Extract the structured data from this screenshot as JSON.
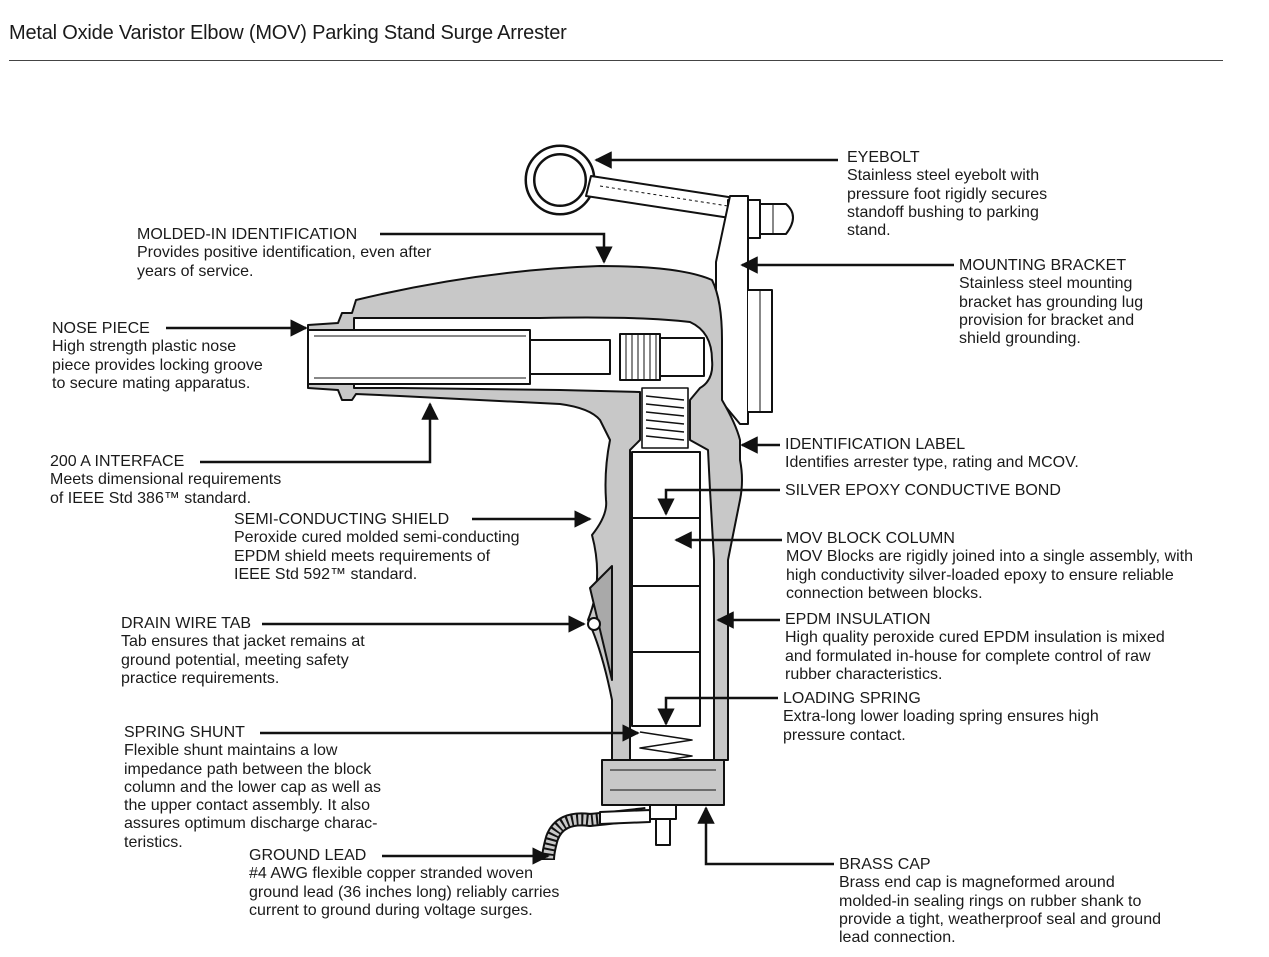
{
  "title": "Metal Oxide Varistor Elbow (MOV) Parking Stand Surge Arrester",
  "colors": {
    "rubber": "#c8c8c8",
    "rubber_dark": "#a9a9a9",
    "metal": "#ffffff",
    "line": "#111111"
  },
  "callouts": [
    {
      "id": "eyebolt",
      "heading": "EYEBOLT",
      "body": [
        "Stainless steel eyebolt with",
        "pressure foot rigidly secures",
        "standoff bushing to parking",
        "stand."
      ]
    },
    {
      "id": "molded-in-identification",
      "heading": "MOLDED-IN IDENTIFICATION",
      "body": [
        "Provides positive identification, even after",
        "years of service."
      ]
    },
    {
      "id": "mounting-bracket",
      "heading": "MOUNTING BRACKET",
      "body": [
        "Stainless steel mounting",
        "bracket has grounding lug",
        "provision for bracket and",
        "shield grounding."
      ]
    },
    {
      "id": "nose-piece",
      "heading": "NOSE PIECE",
      "body": [
        "High strength plastic nose",
        "piece provides locking groove",
        "to secure mating apparatus."
      ]
    },
    {
      "id": "identification-label",
      "heading": "IDENTIFICATION LABEL",
      "body": [
        "Identifies arrester type, rating and MCOV."
      ]
    },
    {
      "id": "200a-interface",
      "heading": "200 A INTERFACE",
      "body": [
        "Meets dimensional requirements",
        "of IEEE Std 386™ standard."
      ]
    },
    {
      "id": "silver-epoxy",
      "heading": "SILVER EPOXY CONDUCTIVE BOND",
      "body": []
    },
    {
      "id": "semi-conducting-shield",
      "heading": "SEMI-CONDUCTING SHIELD",
      "body": [
        "Peroxide cured molded semi-conducting",
        "EPDM shield meets requirements of",
        "IEEE Std 592™ standard."
      ]
    },
    {
      "id": "mov-block-column",
      "heading": "MOV BLOCK COLUMN",
      "body": [
        "MOV Blocks are rigidly joined into a single assembly, with",
        "high conductivity silver-loaded epoxy to ensure reliable",
        "connection between blocks."
      ]
    },
    {
      "id": "drain-wire-tab",
      "heading": "DRAIN WIRE TAB",
      "body": [
        "Tab ensures that jacket remains at",
        "ground potential, meeting safety",
        "practice requirements."
      ]
    },
    {
      "id": "epdm-insulation",
      "heading": "EPDM INSULATION",
      "body": [
        "High quality peroxide cured EPDM insulation is mixed",
        "and formulated in-house for complete control of raw",
        "rubber characteristics."
      ]
    },
    {
      "id": "loading-spring",
      "heading": "LOADING SPRING",
      "body": [
        "Extra-long lower loading spring ensures high",
        "pressure contact."
      ]
    },
    {
      "id": "spring-shunt",
      "heading": "SPRING SHUNT",
      "body": [
        "Flexible shunt maintains a low",
        "impedance path between the block",
        "column and the lower cap as well as",
        "the upper contact assembly. It also",
        "assures optimum discharge charac-",
        "teristics."
      ]
    },
    {
      "id": "ground-lead",
      "heading": "GROUND LEAD",
      "body": [
        "#4 AWG flexible copper stranded woven",
        "ground lead (36 inches long) reliably carries",
        "current to ground during voltage surges."
      ]
    },
    {
      "id": "brass-cap",
      "heading": "BRASS CAP",
      "body": [
        "Brass end cap is magneformed around",
        "molded-in sealing rings on rubber shank to",
        "provide a tight, weatherproof seal and ground",
        "lead connection."
      ]
    }
  ]
}
